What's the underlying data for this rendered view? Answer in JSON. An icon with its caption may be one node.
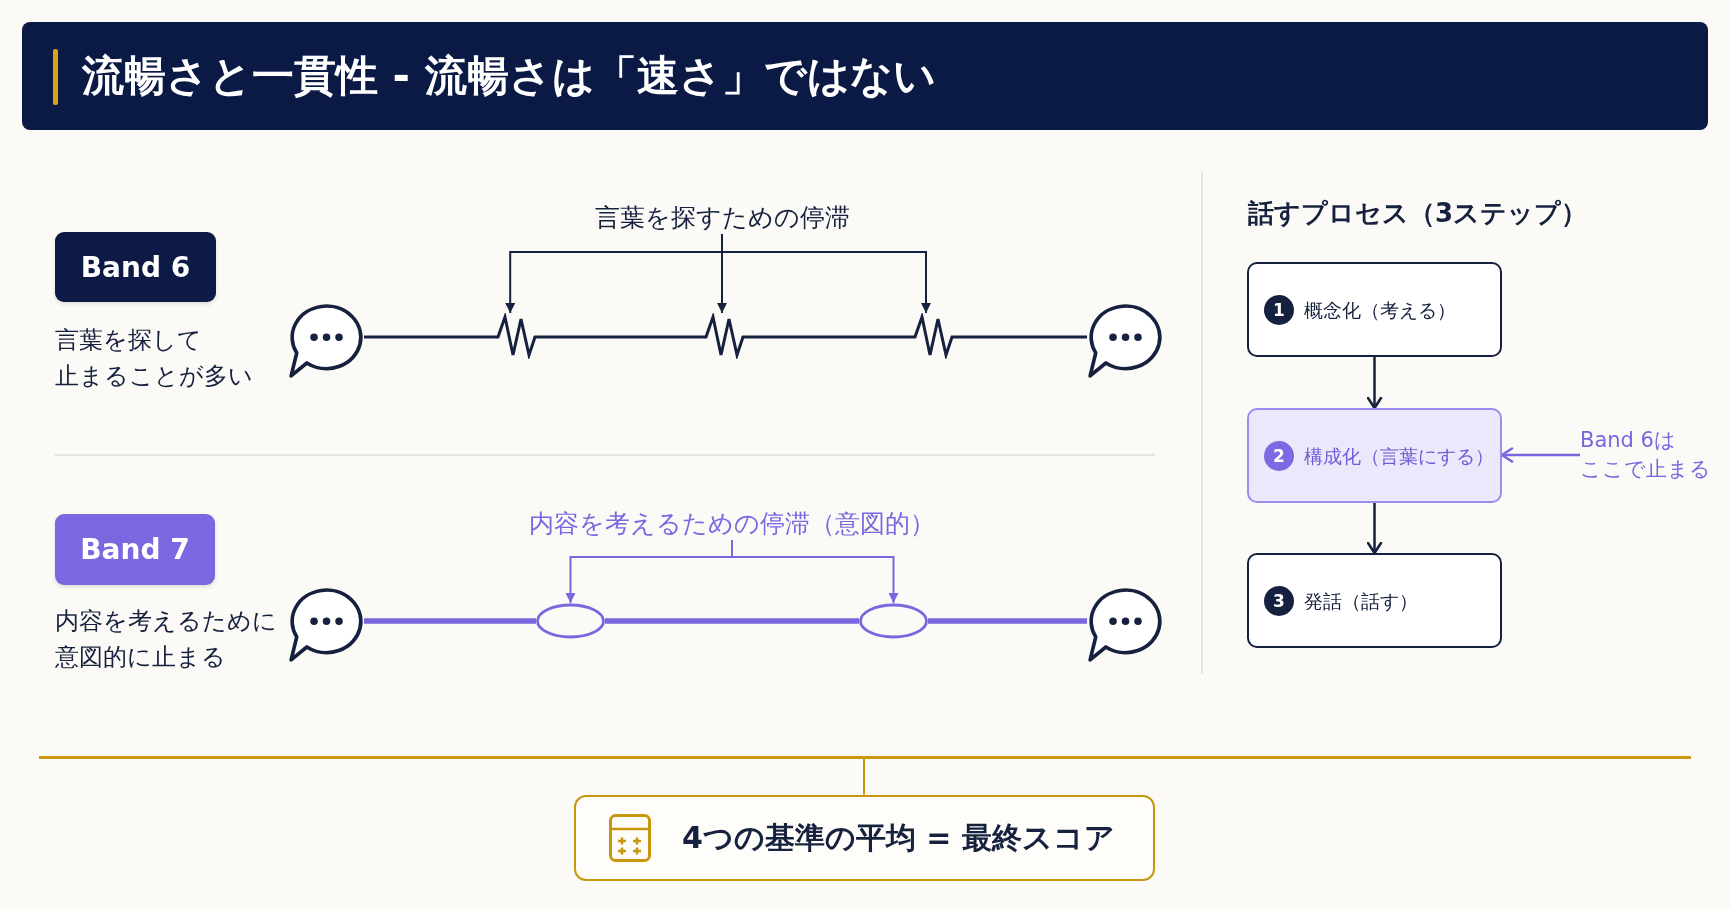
{
  "diagram": {
    "title": "流暢さと一貫性 - 流暢さは「速さ」ではない",
    "nodes": [
      {
        "text": [
          "Band 6"
        ],
        "beside": [
          "言葉を探して止まることが多い"
        ]
      },
      {
        "text": [
          "言葉を探すための停滞"
        ]
      },
      {
        "text": [],
        "shape": "bubble"
      },
      {
        "text": [],
        "shape": "zigzag"
      },
      {
        "text": [],
        "shape": "zigzag"
      },
      {
        "text": [],
        "shape": "zigzag"
      },
      {
        "text": [],
        "shape": "bubble"
      },
      {
        "text": [
          "Band 7"
        ],
        "beside": [
          "内容を考えるために意図的に止まる"
        ]
      },
      {
        "text": [
          "内容を考えるための停滞（意図的）"
        ]
      },
      {
        "text": [],
        "shape": "bubble"
      },
      {
        "text": [],
        "shape": "ellipse"
      },
      {
        "text": [],
        "shape": "ellipse"
      },
      {
        "text": [],
        "shape": "bubble"
      },
      {
        "text": [
          "概念化（考える）"
        ]
      },
      {
        "text": [
          "1"
        ],
        "in": 13
      },
      {
        "text": [
          "構成化（言葉にする）"
        ]
      },
      {
        "text": [
          "2"
        ],
        "in": 15
      },
      {
        "text": [
          "Band 6はここで止まる"
        ]
      },
      {
        "text": [
          "発話（話す）"
        ]
      },
      {
        "text": [
          "3"
        ],
        "in": 18
      },
      {
        "text": [],
        "shape": "bar"
      },
      {
        "text": [
          "4つの基準の平均 = 最終スコア"
        ]
      }
    ],
    "edges": [
      {
        "from": 1,
        "to": 3,
        "arrow": "to"
      },
      {
        "from": 1,
        "to": 4,
        "arrow": "to"
      },
      {
        "from": 1,
        "to": 5,
        "arrow": "to"
      },
      {
        "from": 2,
        "to": 3,
        "arrow": "none"
      },
      {
        "from": 3,
        "to": 4,
        "arrow": "none"
      },
      {
        "from": 4,
        "to": 5,
        "arrow": "none"
      },
      {
        "from": 5,
        "to": 6,
        "arrow": "none"
      },
      {
        "from": 8,
        "to": 10,
        "arrow": "to",
        "color": "#7a67e0"
      },
      {
        "from": 8,
        "to": 11,
        "arrow": "to",
        "color": "#7a67e0"
      },
      {
        "from": 9,
        "to": 10,
        "arrow": "none",
        "style": "thick",
        "color": "#7a67e0"
      },
      {
        "from": 10,
        "to": 11,
        "arrow": "none",
        "style": "thick",
        "color": "#7a67e0"
      },
      {
        "from": 11,
        "to": 12,
        "arrow": "none",
        "style": "thick",
        "color": "#7a67e0"
      },
      {
        "from": 13,
        "to": 15,
        "arrow": "to"
      },
      {
        "from": 15,
        "to": 18,
        "arrow": "to"
      },
      {
        "from": 17,
        "to": 15,
        "arrow": "to",
        "color": "#7a67e0"
      },
      {
        "from": 20,
        "to": 21,
        "arrow": "none",
        "color": "#c9970f"
      }
    ],
    "labels": [
      "話すプロセス（3ステップ）"
    ]
  }
}
